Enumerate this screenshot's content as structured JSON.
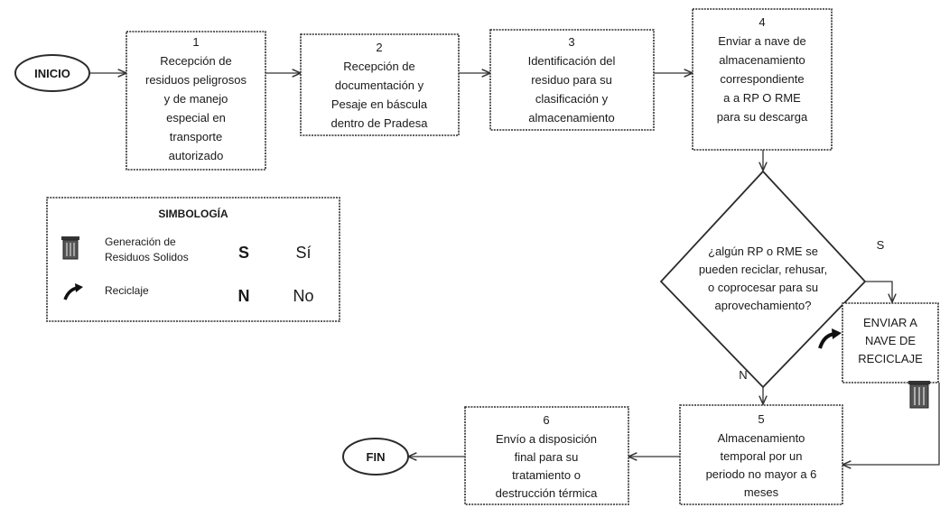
{
  "terminals": {
    "start": "INICIO",
    "end": "FIN"
  },
  "steps": [
    {
      "id": "1",
      "lines": [
        "Recepción de",
        "residuos peligrosos",
        "y de manejo",
        "especial en",
        "transporte",
        "autorizado"
      ]
    },
    {
      "id": "2",
      "lines": [
        "Recepción de",
        "documentación y",
        "Pesaje en báscula",
        "dentro de Pradesa"
      ]
    },
    {
      "id": "3",
      "lines": [
        "Identificación del",
        "residuo para su",
        "clasificación y",
        "almacenamiento"
      ]
    },
    {
      "id": "4",
      "lines": [
        "Enviar a nave de",
        "almacenamiento",
        "correspondiente",
        "a a RP O RME",
        "para su descarga"
      ]
    },
    {
      "id": "5",
      "lines": [
        "Almacenamiento",
        "temporal por un",
        "periodo no mayor a 6",
        "meses"
      ]
    },
    {
      "id": "6",
      "lines": [
        "Envío a disposición",
        "final para su",
        "tratamiento o",
        "destrucción térmica"
      ]
    }
  ],
  "decision": {
    "lines": [
      "¿algún RP o RME se",
      "pueden reciclar, rehusar,",
      "o coprocesar para su",
      "aprovechamiento?"
    ],
    "yes_label": "S",
    "no_label": "N"
  },
  "recycle_box": {
    "lines": [
      "ENVIAR A",
      "NAVE DE",
      "RECICLAJE"
    ]
  },
  "legend": {
    "title": "SIMBOLOGÍA",
    "items": [
      {
        "icon": "trash-bin-icon",
        "lines": [
          "Generación de",
          "Residuos Solidos"
        ]
      },
      {
        "icon": "recycle-arrow-icon",
        "lines": [
          "Reciclaje"
        ]
      }
    ],
    "codes": [
      {
        "code": "S",
        "meaning": "Sí"
      },
      {
        "code": "N",
        "meaning": "No"
      }
    ]
  }
}
